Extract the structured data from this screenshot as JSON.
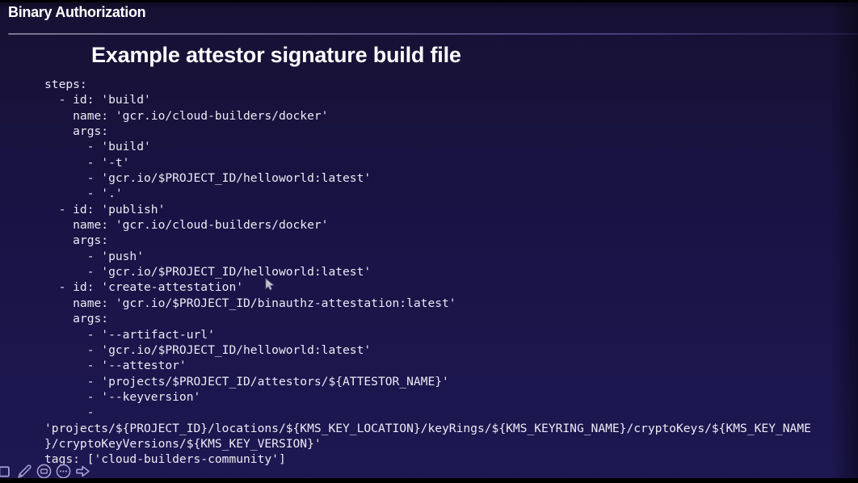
{
  "header": {
    "title": "Binary Authorization"
  },
  "slide": {
    "title": "Example attestor signature build file"
  },
  "code": {
    "language": "yaml",
    "lines": [
      "steps:",
      "  - id: 'build'",
      "    name: 'gcr.io/cloud-builders/docker'",
      "    args:",
      "      - 'build'",
      "      - '-t'",
      "      - 'gcr.io/$PROJECT_ID/helloworld:latest'",
      "      - '.'",
      "  - id: 'publish'",
      "    name: 'gcr.io/cloud-builders/docker'",
      "    args:",
      "      - 'push'",
      "      - 'gcr.io/$PROJECT_ID/helloworld:latest'",
      "  - id: 'create-attestation'",
      "    name: 'gcr.io/$PROJECT_ID/binauthz-attestation:latest'",
      "    args:",
      "      - '--artifact-url'",
      "      - 'gcr.io/$PROJECT_ID/helloworld:latest'",
      "      - '--attestor'",
      "      - 'projects/$PROJECT_ID/attestors/${ATTESTOR_NAME}'",
      "      - '--keyversion'",
      "      -",
      "'projects/${PROJECT_ID}/locations/${KMS_KEY_LOCATION}/keyRings/${KMS_KEYRING_NAME}/cryptoKeys/${KMS_KEY_NAME",
      "}/cryptoKeyVersions/${KMS_KEY_VERSION}'",
      "tags: ['cloud-builders-community']"
    ]
  },
  "toolbar": {
    "icons": [
      "square",
      "pencil",
      "frame",
      "more",
      "arrow-right"
    ]
  },
  "colors": {
    "bg_top": "#0d0a1c",
    "bg_upper": "#171134",
    "bg_mid": "#191345",
    "bg_bottom": "#1e1853",
    "text_color": "#eceaf4",
    "divider_left": "#9a97ab",
    "divider_right": "#565093",
    "icon_color": "#a79fd2",
    "bar_color": "#000000"
  }
}
